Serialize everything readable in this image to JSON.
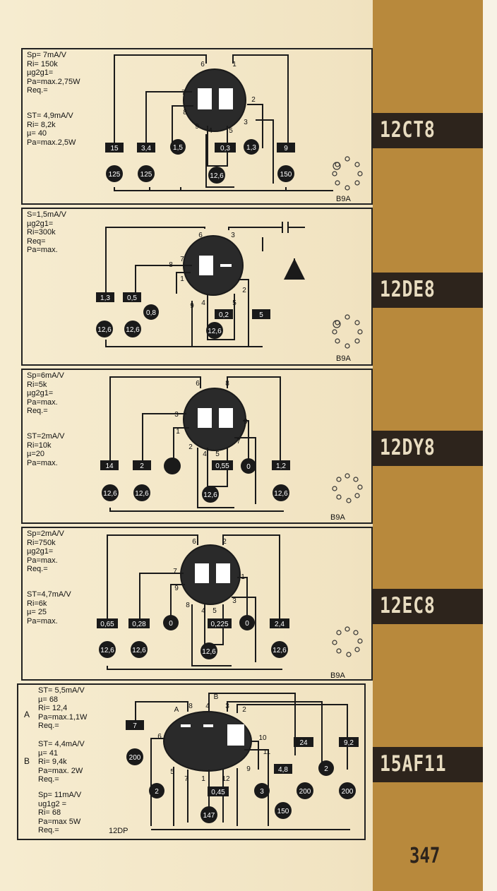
{
  "page_number": "347",
  "tubes": [
    {
      "name": "12CT8",
      "spec_a": [
        "Sp= 7mA/V",
        "Ri= 150k",
        "µg2g1=",
        "Pa=max.2,75W",
        "Req.="
      ],
      "spec_b": [
        "ST= 4,9mA/V",
        "Ri= 8,2k",
        "µ= 40",
        "Pa=max.2,5W"
      ],
      "boxes": [
        "15",
        "3,4",
        "1,5",
        "0,3",
        "1,3",
        "9"
      ],
      "circles": [
        "125",
        "125",
        "12,6",
        "150"
      ],
      "pins": [
        "6",
        "1",
        "7",
        "8",
        "2",
        "9",
        "4",
        "5",
        "3"
      ],
      "base": "B9A"
    },
    {
      "name": "12DE8",
      "spec_a": [
        "S=1,5mA/V",
        "µg2g1=",
        "Ri=300k",
        "Req=",
        "Pa=max."
      ],
      "spec_b": [],
      "boxes": [
        "1,3",
        "0,5",
        "0,2",
        "5"
      ],
      "circles": [
        "0,8",
        "12,6",
        "12,6",
        "12,6"
      ],
      "pins": [
        "6",
        "3",
        "7",
        "8",
        "1",
        "9",
        "4",
        "5",
        "2"
      ],
      "base": "B9A"
    },
    {
      "name": "12DY8",
      "spec_a": [
        "Sp=6mA/V",
        "Ri=5k",
        "µg2g1=",
        "Pa=max.",
        "Req.="
      ],
      "spec_b": [
        "ST=2mA/V",
        "Ri=10k",
        "µ=20",
        "Pa=max."
      ],
      "boxes": [
        "14",
        "2",
        "0,55",
        "1,2"
      ],
      "circles": [
        "0",
        "12,6",
        "12,6",
        "12,6",
        "12,6"
      ],
      "pins": [
        "6",
        "8",
        "3",
        "9",
        "1",
        "7",
        "2",
        "4",
        "5"
      ],
      "base": "B9A"
    },
    {
      "name": "12EC8",
      "spec_a": [
        "Sp=2mA/V",
        "Ri=750k",
        "µg2g1=",
        "Pa=max.",
        "Req.="
      ],
      "spec_b": [
        "ST=4,7mA/V",
        "Ri=6k",
        "µ= 25",
        "Pa=max."
      ],
      "boxes": [
        "0,65",
        "0,28",
        "0,225",
        "2,4"
      ],
      "circles": [
        "0",
        "0",
        "12,6",
        "12,6",
        "12,6",
        "12,6"
      ],
      "pins": [
        "6",
        "2",
        "7",
        "1",
        "9",
        "8",
        "4",
        "5",
        "3"
      ],
      "base": "B9A"
    },
    {
      "name": "15AF11",
      "spec_a": [
        "ST= 5,5mA/V",
        "µ= 68",
        "Ri= 12,4",
        "Pa=max.1,1W",
        "Req.="
      ],
      "spec_b": [
        "ST= 4,4mA/V",
        "µ= 41",
        "Ri= 9,4k",
        "Pa=max. 2W",
        "Req.="
      ],
      "spec_c": [
        "Sp= 11mA/V",
        "ug1g2 =",
        "Ri= 68",
        "Pa=max 5W",
        "Req.="
      ],
      "section_a": "A",
      "section_b": "B",
      "boxes": [
        "7",
        "24",
        "9,2",
        "0,45",
        "4,8"
      ],
      "circles": [
        "200",
        "2",
        "3",
        "147",
        "150",
        "200",
        "2",
        "200"
      ],
      "pins": [
        "A",
        "8",
        "4",
        "B",
        "3",
        "2",
        "6",
        "10",
        "11",
        "5",
        "7",
        "1",
        "12",
        "9"
      ],
      "base": "12DP"
    }
  ],
  "colors": {
    "strip": "#b8893c",
    "band": "#2d241c",
    "paper": "#f3e7c8"
  }
}
